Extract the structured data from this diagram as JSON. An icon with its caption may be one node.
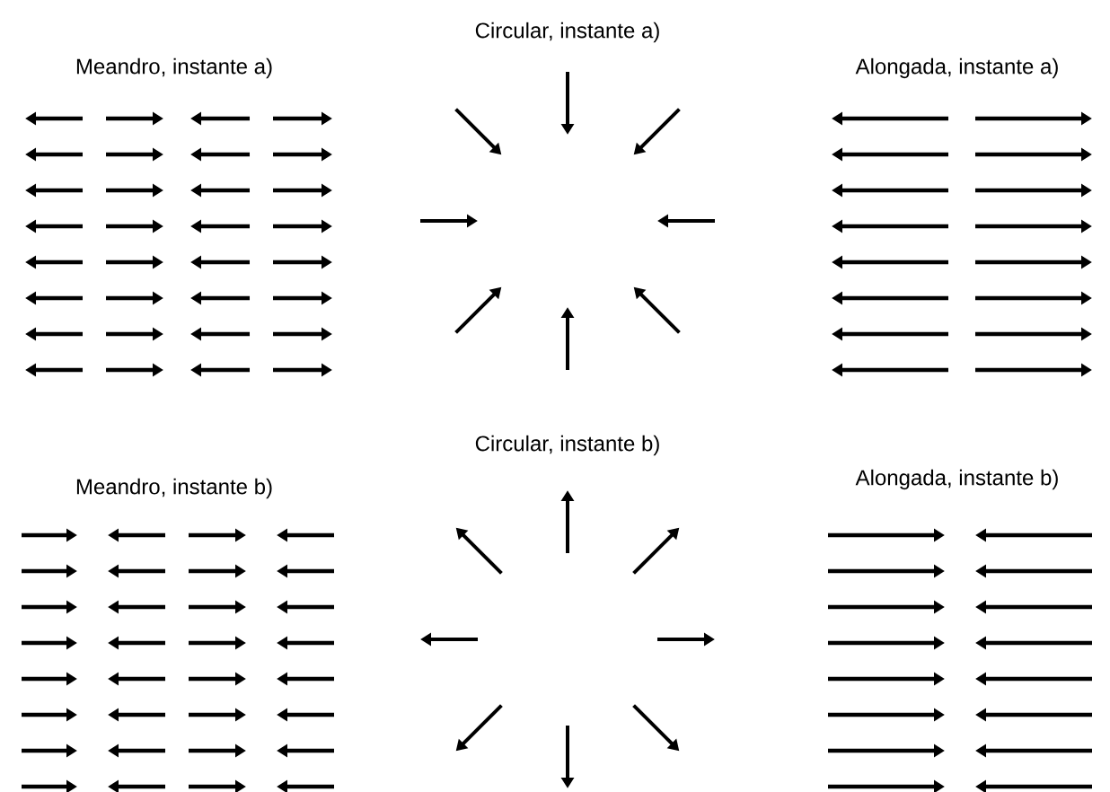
{
  "diagram": {
    "labels": [
      "Meandro, instante a)",
      "Circular, instante a)",
      "Alongada, instante a)",
      "Meandro, instante b)",
      "Circular, instante b)",
      "Alongada, instante b)"
    ]
  }
}
